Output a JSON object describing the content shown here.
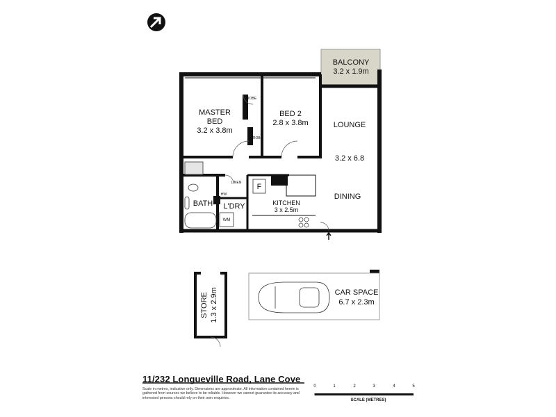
{
  "rooms": {
    "balcony": {
      "name": "BALCONY",
      "size": "3.2 x 1.9m"
    },
    "master_bed": {
      "name_line1": "MASTER",
      "name_line2": "BED",
      "size": "3.2 x 3.8m"
    },
    "bed2": {
      "name": "BED 2",
      "size": "2.8 x 3.8m"
    },
    "lounge": {
      "name": "LOUNGE",
      "size": "3.2 x 6.8"
    },
    "dining": {
      "name": "DINING"
    },
    "kitchen": {
      "name": "KITCHEN",
      "size": "3 x 2.5m"
    },
    "laundry": {
      "name": "L'DRY"
    },
    "bath": {
      "name": "BATH"
    },
    "car_space": {
      "name": "CAR SPACE",
      "size": "6.7 x 2.3m"
    },
    "store": {
      "name": "STORE",
      "size": "1.3 x 2.9m"
    }
  },
  "fixtures": {
    "robe": "ROBE",
    "linen": "LINEN",
    "hw": "HW",
    "wm": "WM",
    "fridge": "F"
  },
  "address": "11/232 Longueville Road, Lane Cove",
  "disclaimer": "Scale in metres, indicative only. Dimensions are approximate. All information contained herein is gathered from sources we believe to be reliable. However we cannot guarantee its accuracy and interested persons should rely on their own enquiries.",
  "scale": {
    "label": "SCALE (METRES)",
    "ticks": [
      "0",
      "1",
      "2",
      "3",
      "4",
      "5"
    ]
  },
  "icons": {
    "compass": "north-arrow-icon"
  }
}
